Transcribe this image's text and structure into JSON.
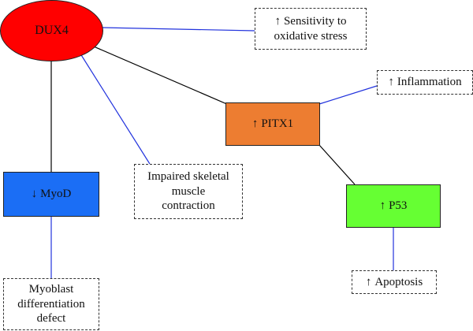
{
  "colors": {
    "dux4_fill": "#ff0000",
    "pitx1_fill": "#ed7d31",
    "myod_fill": "#1b6ef5",
    "p53_fill": "#66ff33",
    "black_link": "#000000",
    "blue_link": "#2233dd"
  },
  "arrows": {
    "up": "↑",
    "down": "↓"
  },
  "nodes": {
    "dux4": {
      "label": "DUX4"
    },
    "pitx1": {
      "label": "PITX1"
    },
    "myod": {
      "label": "MyoD"
    },
    "p53": {
      "label": "P53"
    },
    "sensitivity": {
      "line1": "Sensitivity to",
      "line2": "oxidative stress"
    },
    "inflammation": {
      "label": "Inflammation"
    },
    "impaired": {
      "line1": "Impaired skeletal",
      "line2": "muscle",
      "line3": "contraction"
    },
    "apoptosis": {
      "label": "Apoptosis"
    },
    "myoblast": {
      "line1": "Myoblast",
      "line2": "differentiation",
      "line3": "defect"
    }
  }
}
